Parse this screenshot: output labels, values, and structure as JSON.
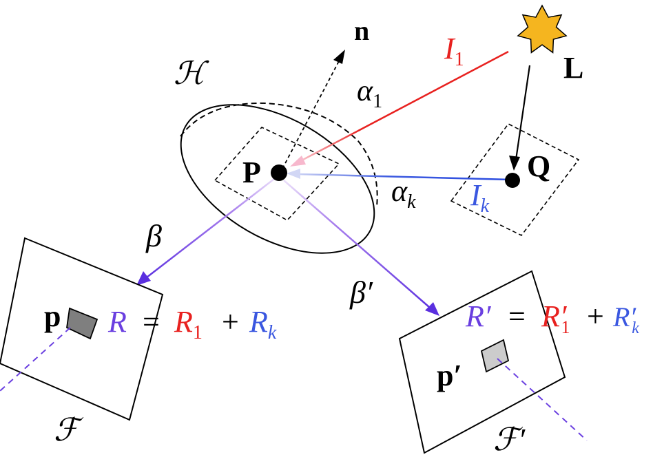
{
  "labels": {
    "normal": "n",
    "hemisphere": "ℋ",
    "light": "L",
    "point_P": "P",
    "point_Q": "Q",
    "I1": {
      "base": "I",
      "sub": "1"
    },
    "Ik": {
      "base": "I",
      "sub": "k"
    },
    "alpha1": {
      "base": "α",
      "sub": "1"
    },
    "alphak": {
      "base": "α",
      "sub": "k"
    },
    "beta": "β",
    "beta_prime": "β′",
    "pixel_p": "p",
    "pixel_p_prime": "p′",
    "frame_F": "ℱ",
    "frame_F_prime": "ℱ′",
    "eq_left": {
      "R": "R",
      "eq": "=",
      "R1": {
        "base": "R",
        "sub": "1"
      },
      "plus": "+",
      "Rk": {
        "base": "R",
        "sub": "k"
      }
    },
    "eq_right": {
      "R": "R′",
      "eq": "=",
      "R1": {
        "base": "R′",
        "sub": "1"
      },
      "plus": "+",
      "Rk": {
        "base": "R′",
        "sub": "k"
      }
    }
  },
  "colors": {
    "red": "#e8211f",
    "blue": "#3a57e0",
    "purple": "#6a3fe0",
    "star": "#f5b51f",
    "pixel_dark": "#7f7f7f",
    "pixel_light": "#cccccc"
  }
}
